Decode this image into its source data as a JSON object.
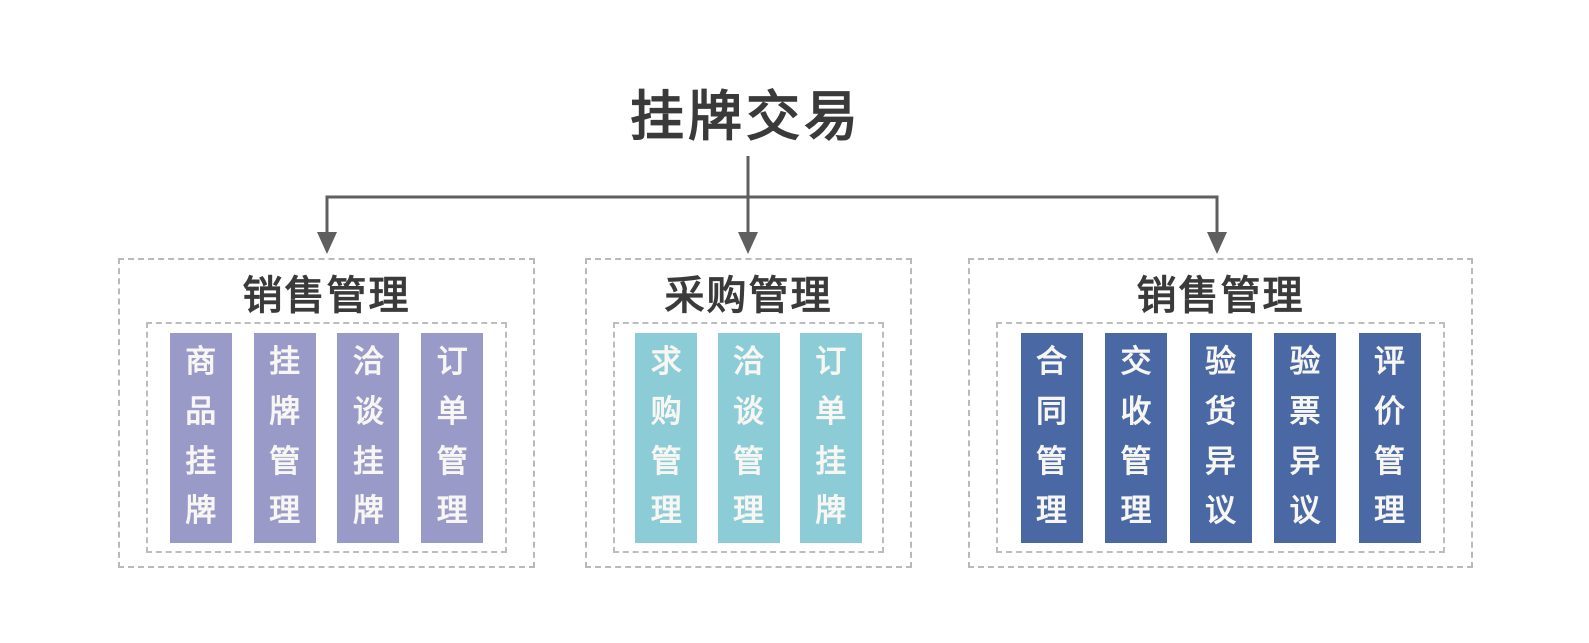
{
  "title": "挂牌交易",
  "colors": {
    "title_text": "#3a3a3a",
    "connector": "#5f5f5f",
    "dashed_border": "#b9b9b9",
    "bar_text": "#f7f6f3"
  },
  "groups": [
    {
      "header": "销售管理",
      "color": "#9a9ac9",
      "items": [
        "商品挂牌",
        "挂牌管理",
        "洽谈挂牌",
        "订单管理"
      ]
    },
    {
      "header": "采购管理",
      "color": "#8cccd6",
      "items": [
        "求购管理",
        "洽谈管理",
        "订单挂牌"
      ]
    },
    {
      "header": "销售管理",
      "color": "#4a69a4",
      "items": [
        "合同管理",
        "交收管理",
        "验货异议",
        "验票异议",
        "评价管理"
      ]
    }
  ]
}
